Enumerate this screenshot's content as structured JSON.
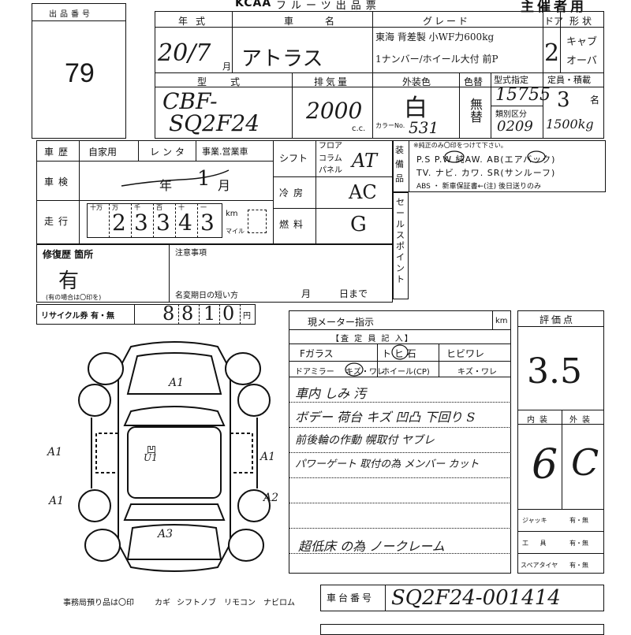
{
  "header": {
    "venue_partial": "KCAA",
    "title_fragment": "フルーツ出品票",
    "right_title": "主催者用"
  },
  "lot": {
    "label": "出品番号",
    "number": "79"
  },
  "year_col": {
    "label": "年式",
    "value": "20/7",
    "suffix": "月"
  },
  "car_name": {
    "label": "車名",
    "value": "アトラス"
  },
  "grade": {
    "label": "グレード",
    "line1": "東海 背差製 小WF力600kg",
    "line2": "1ナンバー/ホイール大付 前P"
  },
  "doors": {
    "label": "ドア",
    "value": "2"
  },
  "shape": {
    "label": "形状",
    "line1": "キャブ",
    "line2": "オーバ"
  },
  "model": {
    "label": "型式",
    "line1": "CBF-",
    "line2": "SQ2F24"
  },
  "displacement": {
    "label": "排気量",
    "value": "2000",
    "unit": "c.c."
  },
  "exterior_color": {
    "label": "外装色",
    "value": "白",
    "color_no_label": "カラーNo.",
    "color_no": "531"
  },
  "color_change": {
    "label": "色替",
    "value": "無替"
  },
  "type_spec": {
    "label": "型式指定",
    "value": "15755",
    "class_label": "類別区分",
    "class_value": "0209"
  },
  "capacity": {
    "label": "定員・積載",
    "value": "3",
    "unit": "名",
    "load": "1500kg"
  },
  "history": {
    "label": "車歴",
    "options": [
      "自家用",
      "レンタ",
      "事業.営業車"
    ]
  },
  "inspection": {
    "label": "車検",
    "year": "年",
    "month": "月",
    "value_month": "1"
  },
  "mileage": {
    "label": "走行",
    "units": [
      "十万",
      "万",
      "千",
      "百",
      "十",
      "一"
    ],
    "digits": [
      "2",
      "3",
      "3",
      "4",
      "3"
    ],
    "km": "km",
    "mile": "マイル"
  },
  "shift": {
    "label": "シフト",
    "options": [
      "フロア",
      "コラム",
      "パネル"
    ],
    "value": "AT"
  },
  "aircon": {
    "label": "冷房",
    "value": "AC"
  },
  "fuel": {
    "label": "燃料",
    "value": "G"
  },
  "equipment": {
    "label": "装備品",
    "note": "※純正のみ〇印をつけて下さい。",
    "row1": "P.S P.W 純AW. AB(エアバック)",
    "row2": "TV. ナビ. カワ. SR(サンルーフ)",
    "row3": "ABS ・ 新車保証書←(注) 後日送りのみ"
  },
  "sales_point": {
    "label": "セールスポイント"
  },
  "repair": {
    "label": "修復歴 箇所",
    "value": "有",
    "note": "(有の場合は〇印を)"
  },
  "caution": {
    "label": "注意事項",
    "deadline": "名変期日の短い方",
    "month": "月",
    "day": "日まで"
  },
  "recycle": {
    "label": "リサイクル券 有・無",
    "digits": [
      "8",
      "8",
      "1",
      "0"
    ],
    "unit": "円"
  },
  "inspector": {
    "meter_label": "現メーター指示",
    "meter_unit": "km",
    "title": "【査 定 員 記 入】",
    "glass": "Fガラス",
    "glass_opts": "ト ヒ 石",
    "crack": "ヒビワレ",
    "mirror": "ドアミラー",
    "mirror_opts": "キズ・ワレ",
    "wheel": "ホイール(CP)",
    "wheel_opts": "キズ・ワレ",
    "notes": [
      "車内 しみ 汚",
      "ボデー 荷台 キズ 凹凸  下回り S",
      "前後輪の作動 幌取付 ヤブレ",
      "パワーゲート 取付の為 メンバー カット",
      "",
      "超低床 の為 ノークレーム"
    ]
  },
  "rating": {
    "label": "評価点",
    "value": "3.5",
    "interior_label": "内装",
    "exterior_label": "外装",
    "interior": "6",
    "exterior": "C"
  },
  "tools": {
    "jack": "ジャッキ",
    "tool": "工 具",
    "spare": "スペアタイヤ",
    "opts": "有・無"
  },
  "diagram": {
    "marks": [
      "A1",
      "A1",
      "A1",
      "A1",
      "A2",
      "A3"
    ],
    "extra": "凹",
    "u": "U1"
  },
  "office": {
    "text": "事務局預り品は〇印",
    "items": [
      "カギ",
      "シフトノブ",
      "リモコン",
      "ナビロム"
    ]
  },
  "chassis": {
    "label": "車台番号",
    "value": "SQ2F24-001414"
  }
}
